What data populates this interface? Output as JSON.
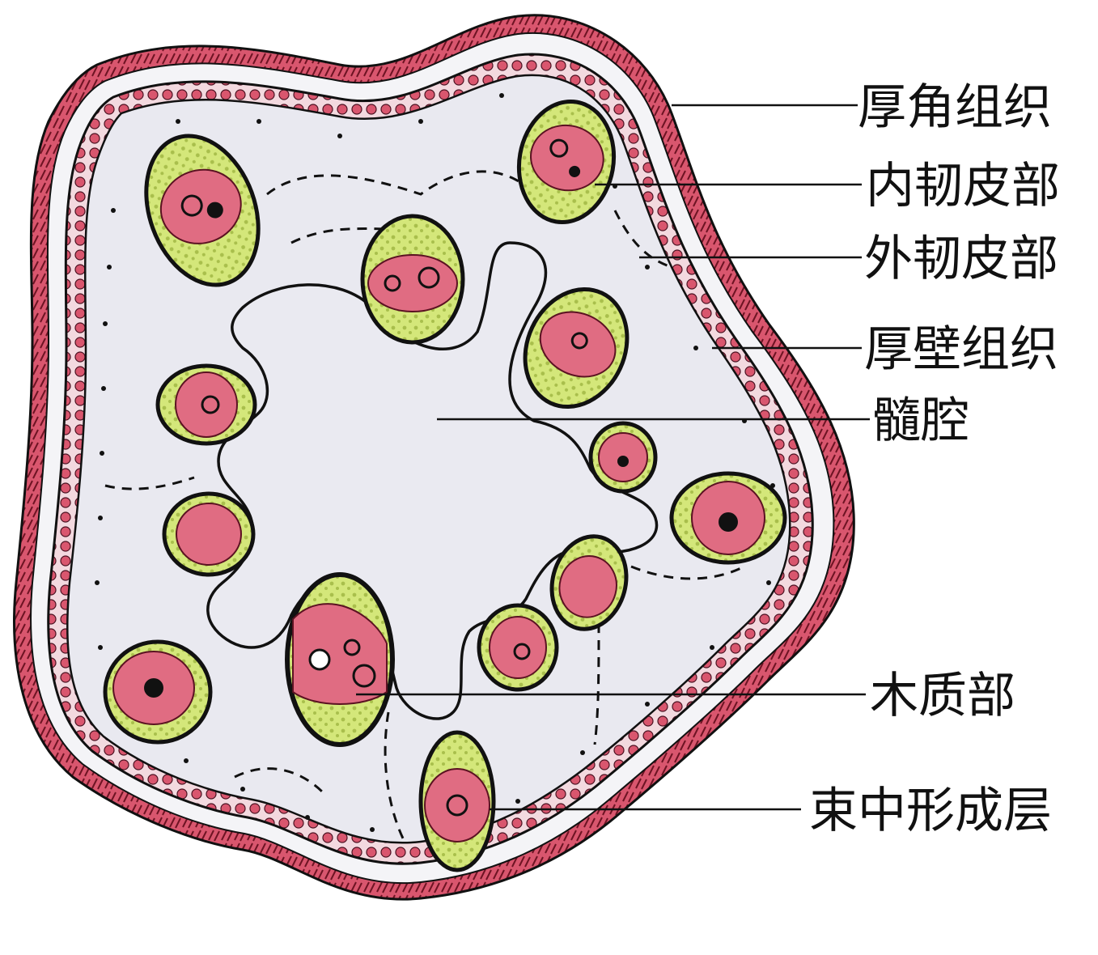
{
  "diagram": {
    "labels": {
      "collenchyma": "厚角组织",
      "internal_phloem": "内韧皮部",
      "external_phloem": "外韧皮部",
      "sclerenchyma": "厚壁组织",
      "pith_cavity": "髓腔",
      "xylem": "木质部",
      "fascicular_cambium": "束中形成层"
    },
    "colors": {
      "background": "#ffffff",
      "tissue_fill": "#e9e9f0",
      "outer_band": "#d9566e",
      "phloem_red": "#e06c82",
      "phloem_yellow": "#d4e77a",
      "ink": "#111111"
    }
  }
}
